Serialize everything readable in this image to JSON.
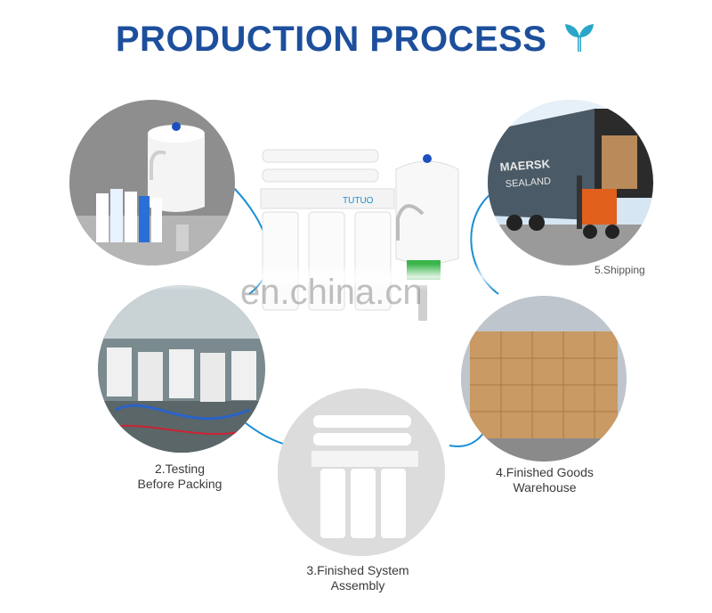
{
  "header": {
    "title": "PRODUCTION PROCESS",
    "leaf_icon": "sprout-icon"
  },
  "steps": {
    "testing": {
      "line1": "2.Testing",
      "line2": "Before Packing"
    },
    "assembly": {
      "line1": "3.Finished System",
      "line2": "Assembly"
    },
    "warehouse": {
      "line1": "4.Finished Goods",
      "line2": "Warehouse"
    },
    "shipping": {
      "label": "5.Shipping"
    }
  },
  "watermark": {
    "text": "en.china.cn"
  },
  "product": {
    "brand": "TUTUO"
  },
  "truck": {
    "brand": "MAERSK",
    "sub": "SEALAND"
  },
  "colors": {
    "title": "#1d4f9c",
    "leaf": "#29a6c9",
    "connector": "#1a8fd6",
    "circle_bg": "#d9d9d9"
  }
}
